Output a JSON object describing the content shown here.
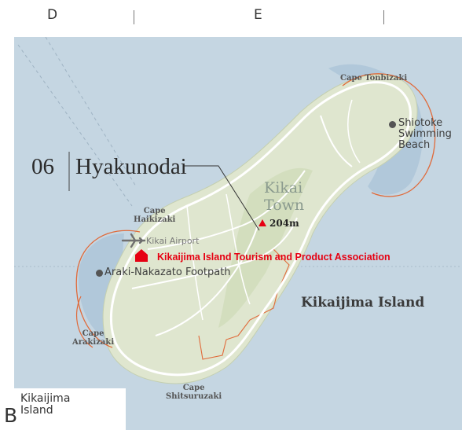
{
  "grid": {
    "col_left": "D",
    "col_right": "E"
  },
  "spot": {
    "number": "06",
    "name": "Hyakunodai"
  },
  "capes": {
    "tonbizaki": "Cape Tonbizaki",
    "haikizaki": "Cape\nHaikizaki",
    "arakizaki": "Cape\nArakizaki",
    "shitsuruzaki": "Cape\nShitsuruzaki"
  },
  "town": "Kikai\nTown",
  "beach": "Shiotoke\nSwimming\nBeach",
  "airport": "Kikai Airport",
  "tourism": "Kikaijima Island Tourism and Product Association",
  "footpath": "Araki-Nakazato Footpath",
  "elevation": "204m",
  "island_label": "Kikaijima Island",
  "legend": {
    "letter": "B",
    "name": "Kikaijima\nIsland"
  },
  "colors": {
    "sea": "#c5d6e2",
    "land": "#dfe6cf",
    "road": "#ffffff",
    "reef": "#e06a3a",
    "marker": "#e60012"
  },
  "icons": {
    "airport": "airplane-icon",
    "tourism": "house-icon",
    "peak": "triangle-icon",
    "point": "dot-icon"
  }
}
